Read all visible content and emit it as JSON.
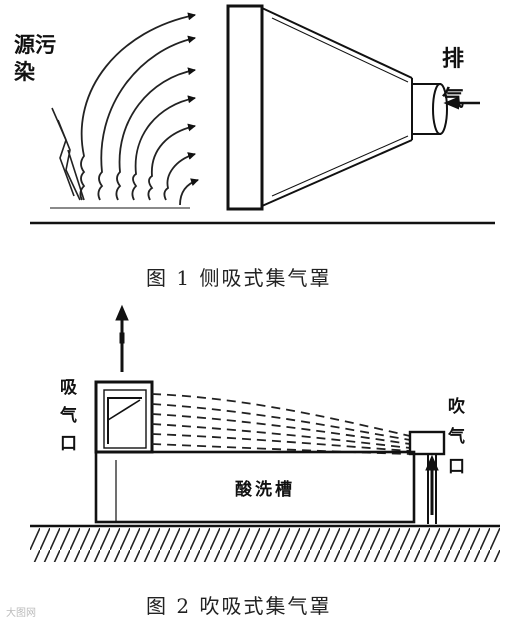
{
  "figure1": {
    "source_label": "源污染",
    "exhaust_label": "排气",
    "caption": "图 1 侧吸式集气罩"
  },
  "figure2": {
    "intake_label": "吸气口",
    "blow_label": "吹气口",
    "tank_label": "酸洗槽",
    "caption": "图 2 吹吸式集气罩"
  },
  "watermark": "大图网"
}
